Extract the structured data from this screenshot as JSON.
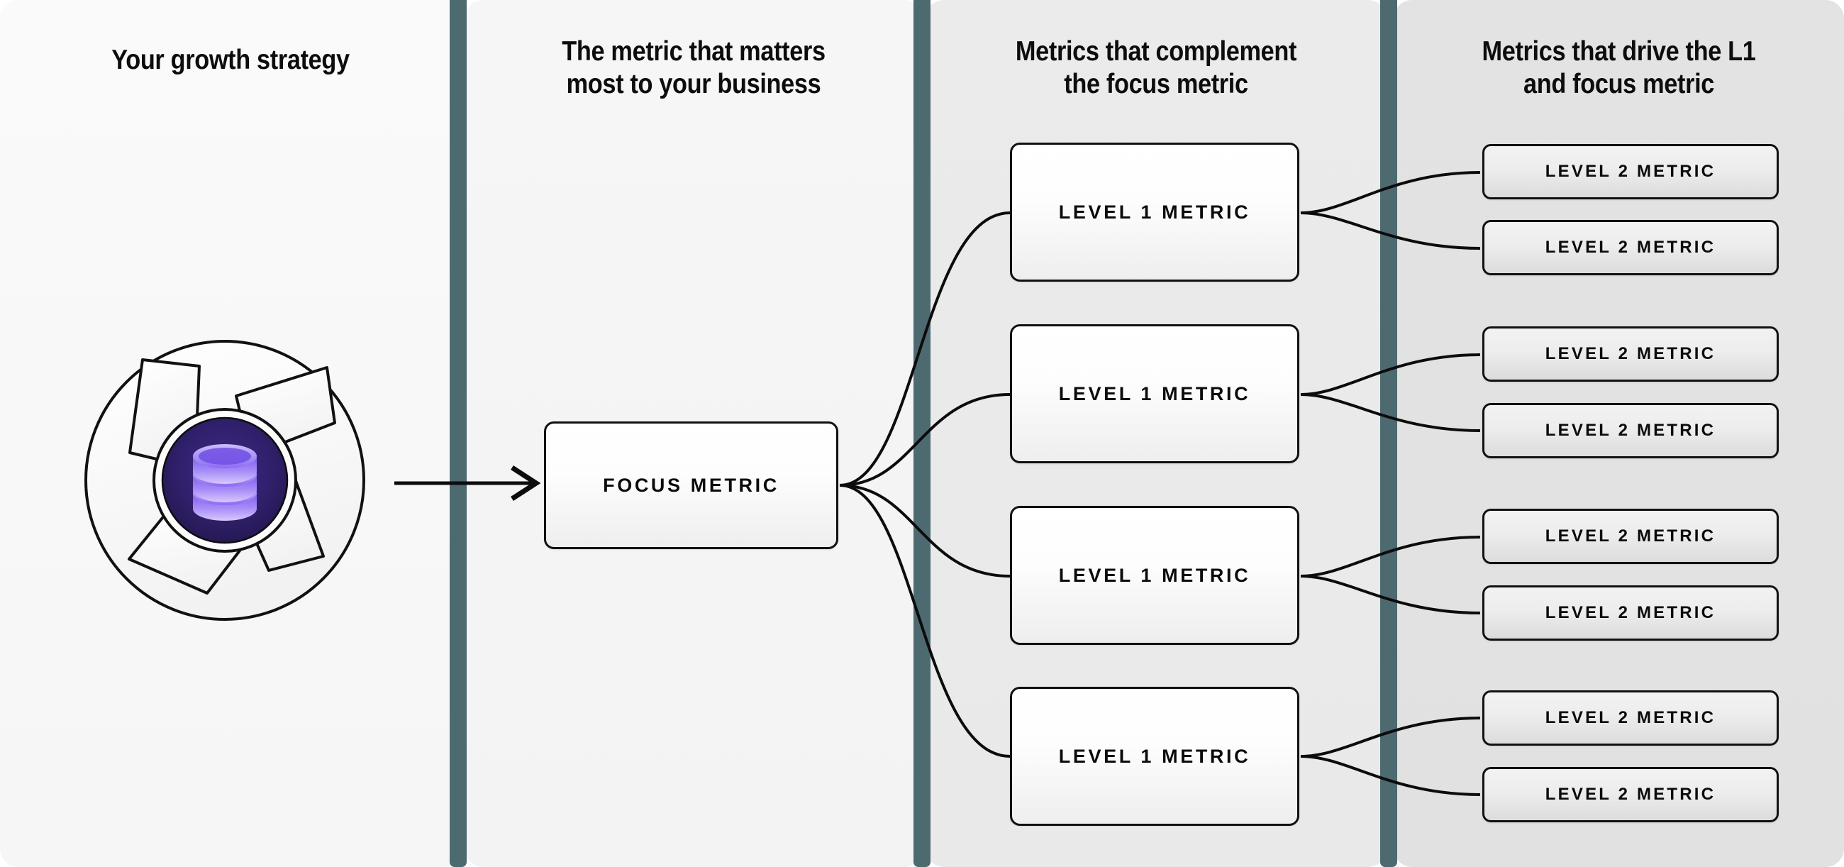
{
  "columns": [
    {
      "id": "growth-strategy",
      "header": "Your growth strategy"
    },
    {
      "id": "focus-metric",
      "header": "The metric that matters\nmost to your business"
    },
    {
      "id": "level-1-metrics",
      "header": "Metrics that complement\nthe focus metric"
    },
    {
      "id": "level-2-metrics",
      "header": "Metrics that drive the L1\nand focus metric"
    }
  ],
  "strategy_graphic": {
    "outer_shape": "pinwheel-aperture-circle",
    "core_icon": "database-icon",
    "core_background_color": "#2e1f66",
    "database_color": "#a78bfa",
    "outline_color": "#111111",
    "segment_fill": "#fbfbfb"
  },
  "focus_metric": {
    "label": "FOCUS METRIC"
  },
  "level_1_metrics": [
    {
      "label": "LEVEL 1 METRIC"
    },
    {
      "label": "LEVEL 1 METRIC"
    },
    {
      "label": "LEVEL 1 METRIC"
    },
    {
      "label": "LEVEL 1 METRIC"
    }
  ],
  "level_2_metrics": [
    {
      "label": "LEVEL 2 METRIC"
    },
    {
      "label": "LEVEL 2 METRIC"
    },
    {
      "label": "LEVEL 2 METRIC"
    },
    {
      "label": "LEVEL 2 METRIC"
    },
    {
      "label": "LEVEL 2 METRIC"
    },
    {
      "label": "LEVEL 2 METRIC"
    },
    {
      "label": "LEVEL 2 METRIC"
    },
    {
      "label": "LEVEL 2 METRIC"
    }
  ],
  "colors": {
    "separator": "#4e6a71",
    "panel_1_bg": "#fafafa",
    "panel_2_bg": "#f6f6f6",
    "panel_3_bg": "#ebebeb",
    "panel_4_bg": "#e3e3e3",
    "stroke": "#0c0c0c",
    "text": "#0d0d0d",
    "accent_purple": "#7c5cf0",
    "accent_purple_dark": "#2e1f66"
  }
}
